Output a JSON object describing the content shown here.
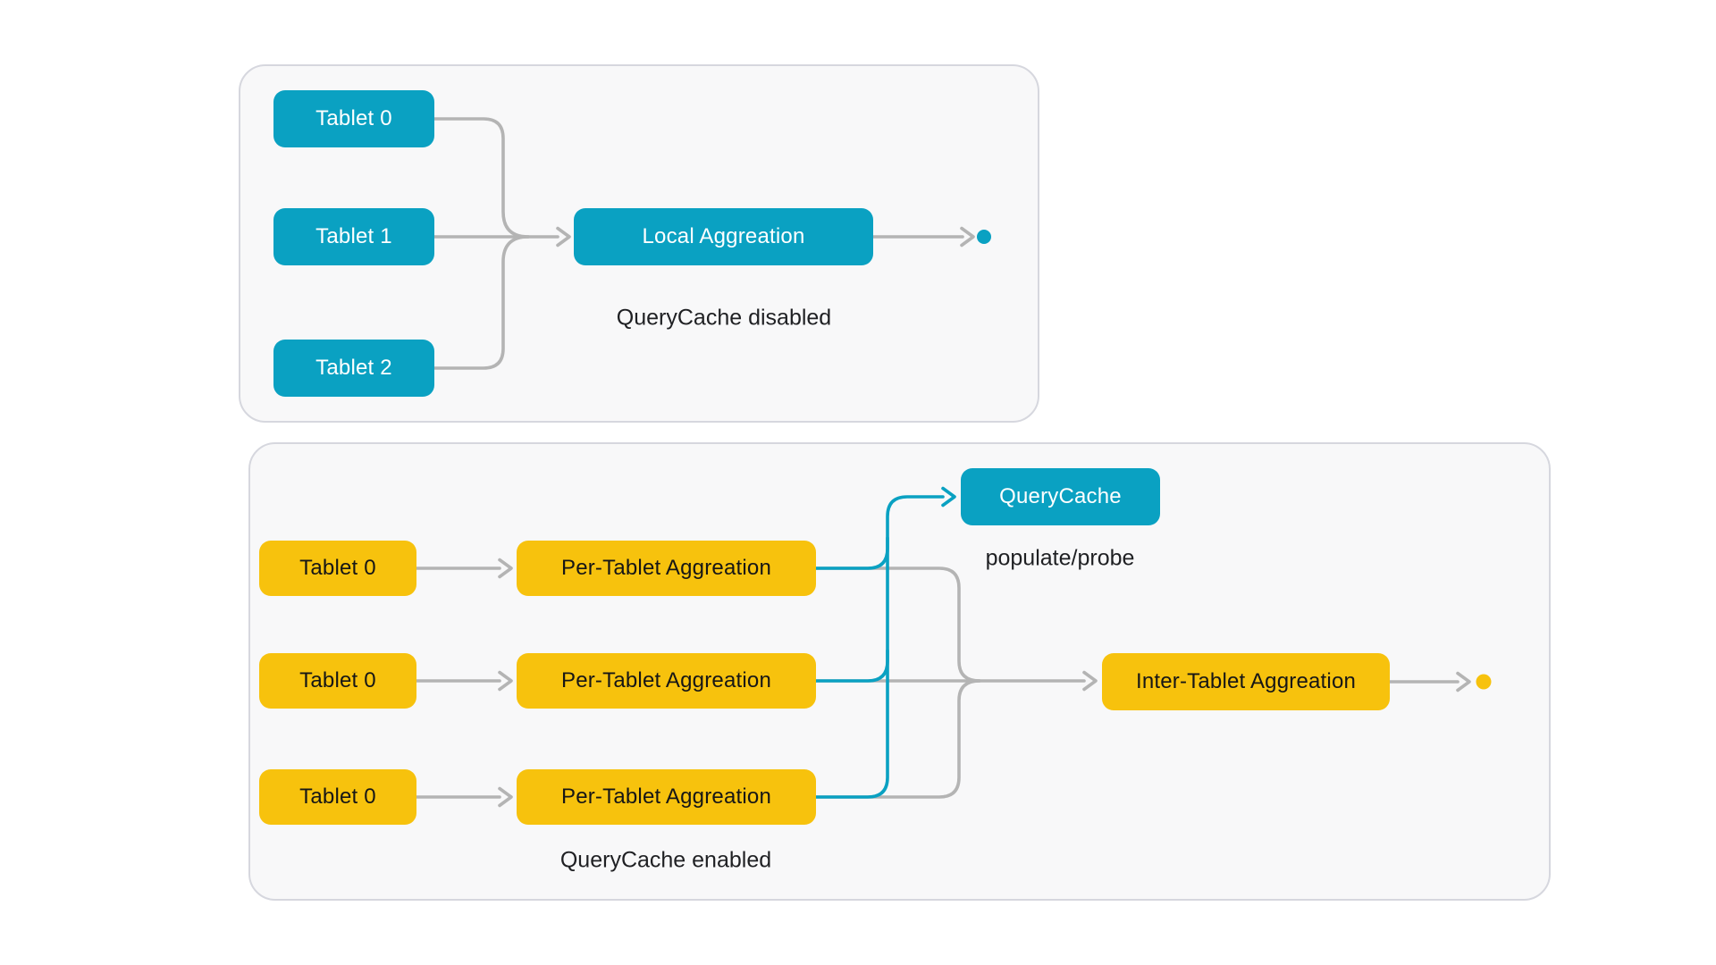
{
  "diagram": {
    "top_panel": {
      "caption": "QueryCache disabled",
      "tablets": [
        {
          "label": "Tablet 0"
        },
        {
          "label": "Tablet 1"
        },
        {
          "label": "Tablet 2"
        }
      ],
      "aggregation": {
        "label": "Local Aggreation"
      }
    },
    "bottom_panel": {
      "caption": "QueryCache enabled",
      "tablets": [
        {
          "label": "Tablet 0"
        },
        {
          "label": "Tablet 0"
        },
        {
          "label": "Tablet 0"
        }
      ],
      "per_tablet_aggregations": [
        {
          "label": "Per-Tablet Aggreation"
        },
        {
          "label": "Per-Tablet Aggreation"
        },
        {
          "label": "Per-Tablet Aggreation"
        }
      ],
      "querycache": {
        "label": "QueryCache",
        "caption": "populate/probe"
      },
      "inter_tablet_aggregation": {
        "label": "Inter-Tablet Aggreation"
      }
    },
    "colors": {
      "teal": "#0aa1c2",
      "yellow": "#f7c20d",
      "connector_gray": "#b4b4b4",
      "panel_background": "#f8f8f9",
      "panel_border": "#d6d7de",
      "label_text": "#1f2023"
    }
  }
}
